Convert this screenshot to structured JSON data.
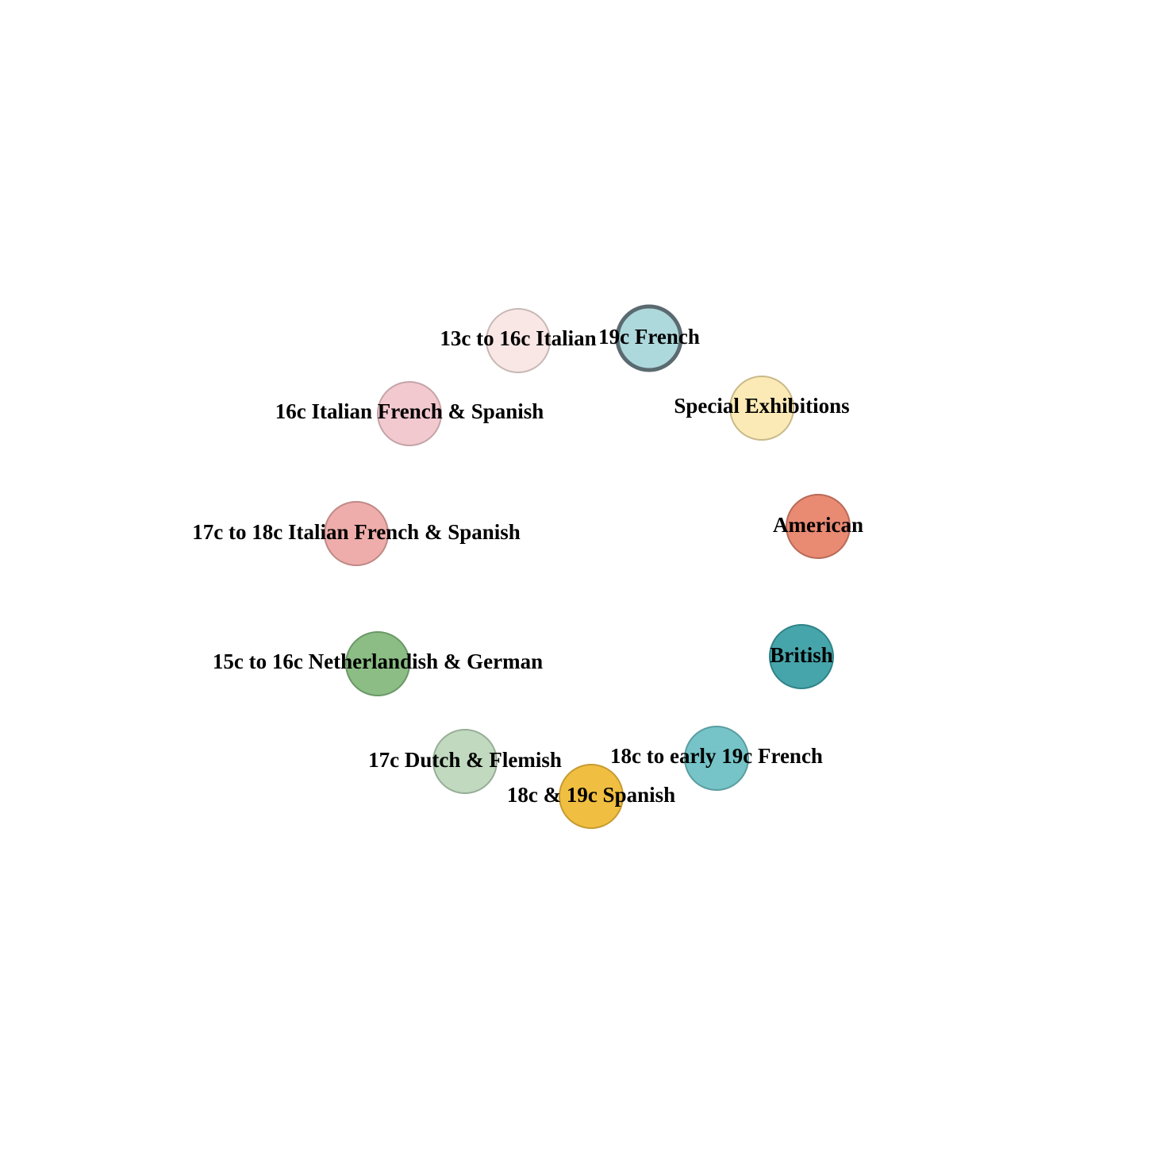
{
  "diagram": {
    "selected_node": "19c French",
    "nodes": [
      {
        "id": "19c-french",
        "label": "19c French",
        "fill": "#aed9dc",
        "stroke": "#5a6a70",
        "selected": true
      },
      {
        "id": "special-exhibitions",
        "label": "Special Exhibitions",
        "fill": "#fbeab5",
        "stroke": "#c9b98a",
        "selected": false
      },
      {
        "id": "american",
        "label": "American",
        "fill": "#e98a73",
        "stroke": "#b86a58",
        "selected": false
      },
      {
        "id": "british",
        "label": "British",
        "fill": "#46a5aa",
        "stroke": "#2f8388",
        "selected": false
      },
      {
        "id": "18c-early-19c-french",
        "label": "18c to early 19c French",
        "fill": "#76c4c8",
        "stroke": "#5a9da0",
        "selected": false
      },
      {
        "id": "18c-19c-spanish",
        "label": "18c & 19c Spanish",
        "fill": "#f0bf41",
        "stroke": "#c69a30",
        "selected": false
      },
      {
        "id": "17c-dutch-flemish",
        "label": "17c Dutch & Flemish",
        "fill": "#c0d9bf",
        "stroke": "#97ae96",
        "selected": false
      },
      {
        "id": "15c-16c-netherlandish-german",
        "label": "15c to 16c Netherlandish & German",
        "fill": "#8bbd85",
        "stroke": "#6a9866",
        "selected": false
      },
      {
        "id": "17c-18c-italian-french-spanish",
        "label": "17c to 18c Italian French & Spanish",
        "fill": "#eeadaa",
        "stroke": "#bf8986",
        "selected": false
      },
      {
        "id": "16c-italian-french-spanish",
        "label": "16c Italian French & Spanish",
        "fill": "#f2c9cf",
        "stroke": "#c4a4a8",
        "selected": false
      },
      {
        "id": "13c-16c-italian",
        "label": "13c to 16c Italian",
        "fill": "#f8e7e4",
        "stroke": "#c8b8b5",
        "selected": false
      }
    ]
  }
}
